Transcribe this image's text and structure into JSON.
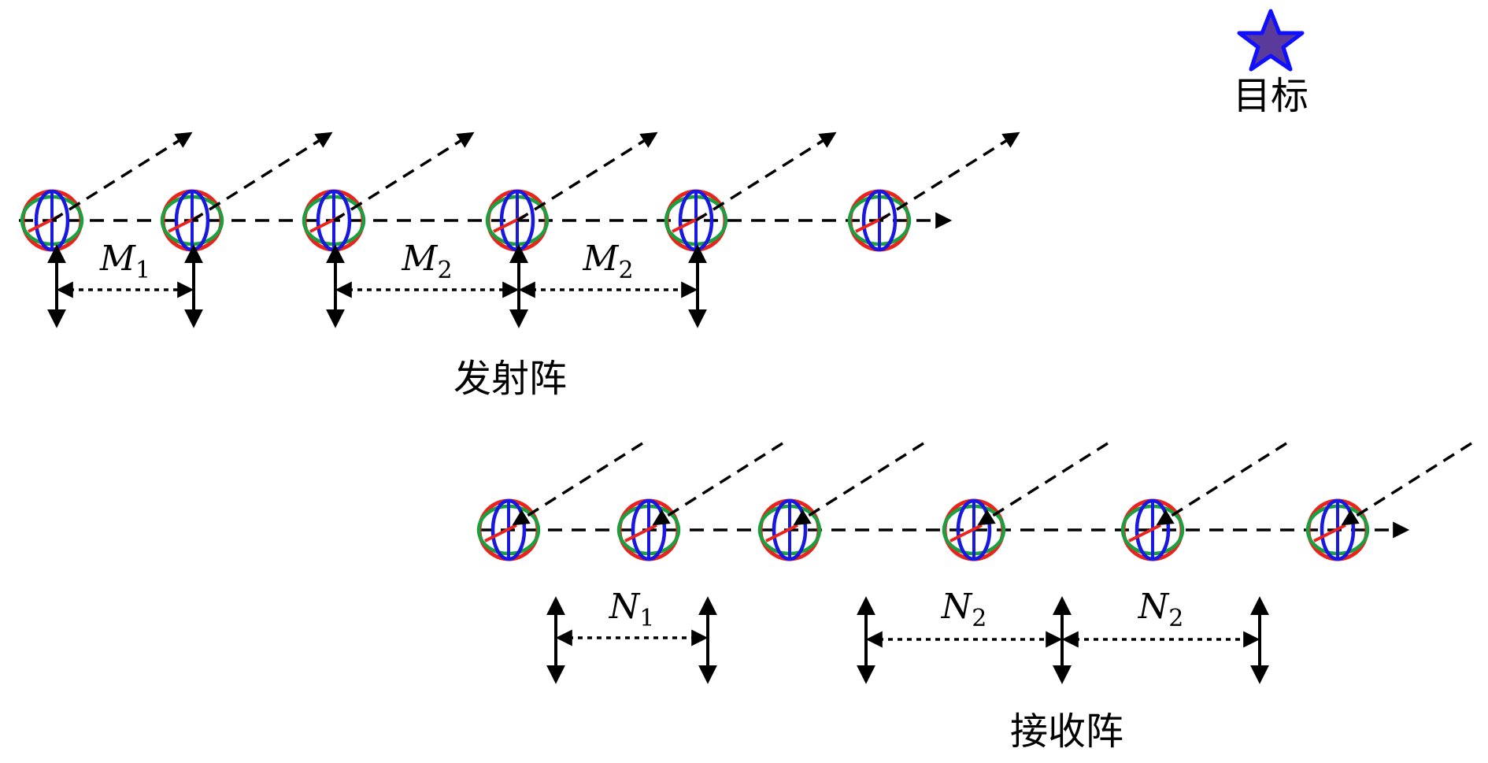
{
  "target": {
    "label": "目标",
    "icon": "star-icon",
    "fill": "#5a3a9a",
    "stroke": "#1010ff"
  },
  "transmit_array": {
    "label": "发射阵",
    "spacing_labels": [
      {
        "symbol": "M",
        "subscript": "1"
      },
      {
        "symbol": "M",
        "subscript": "2"
      },
      {
        "symbol": "M",
        "subscript": "2"
      }
    ]
  },
  "receive_array": {
    "label": "接收阵",
    "spacing_labels": [
      {
        "symbol": "N",
        "subscript": "1"
      },
      {
        "symbol": "N",
        "subscript": "2"
      },
      {
        "symbol": "N",
        "subscript": "2"
      }
    ]
  },
  "colors": {
    "ring_red": "#e8241c",
    "ring_green": "#1aa040",
    "ring_blue": "#1818e0",
    "line": "#000000"
  }
}
